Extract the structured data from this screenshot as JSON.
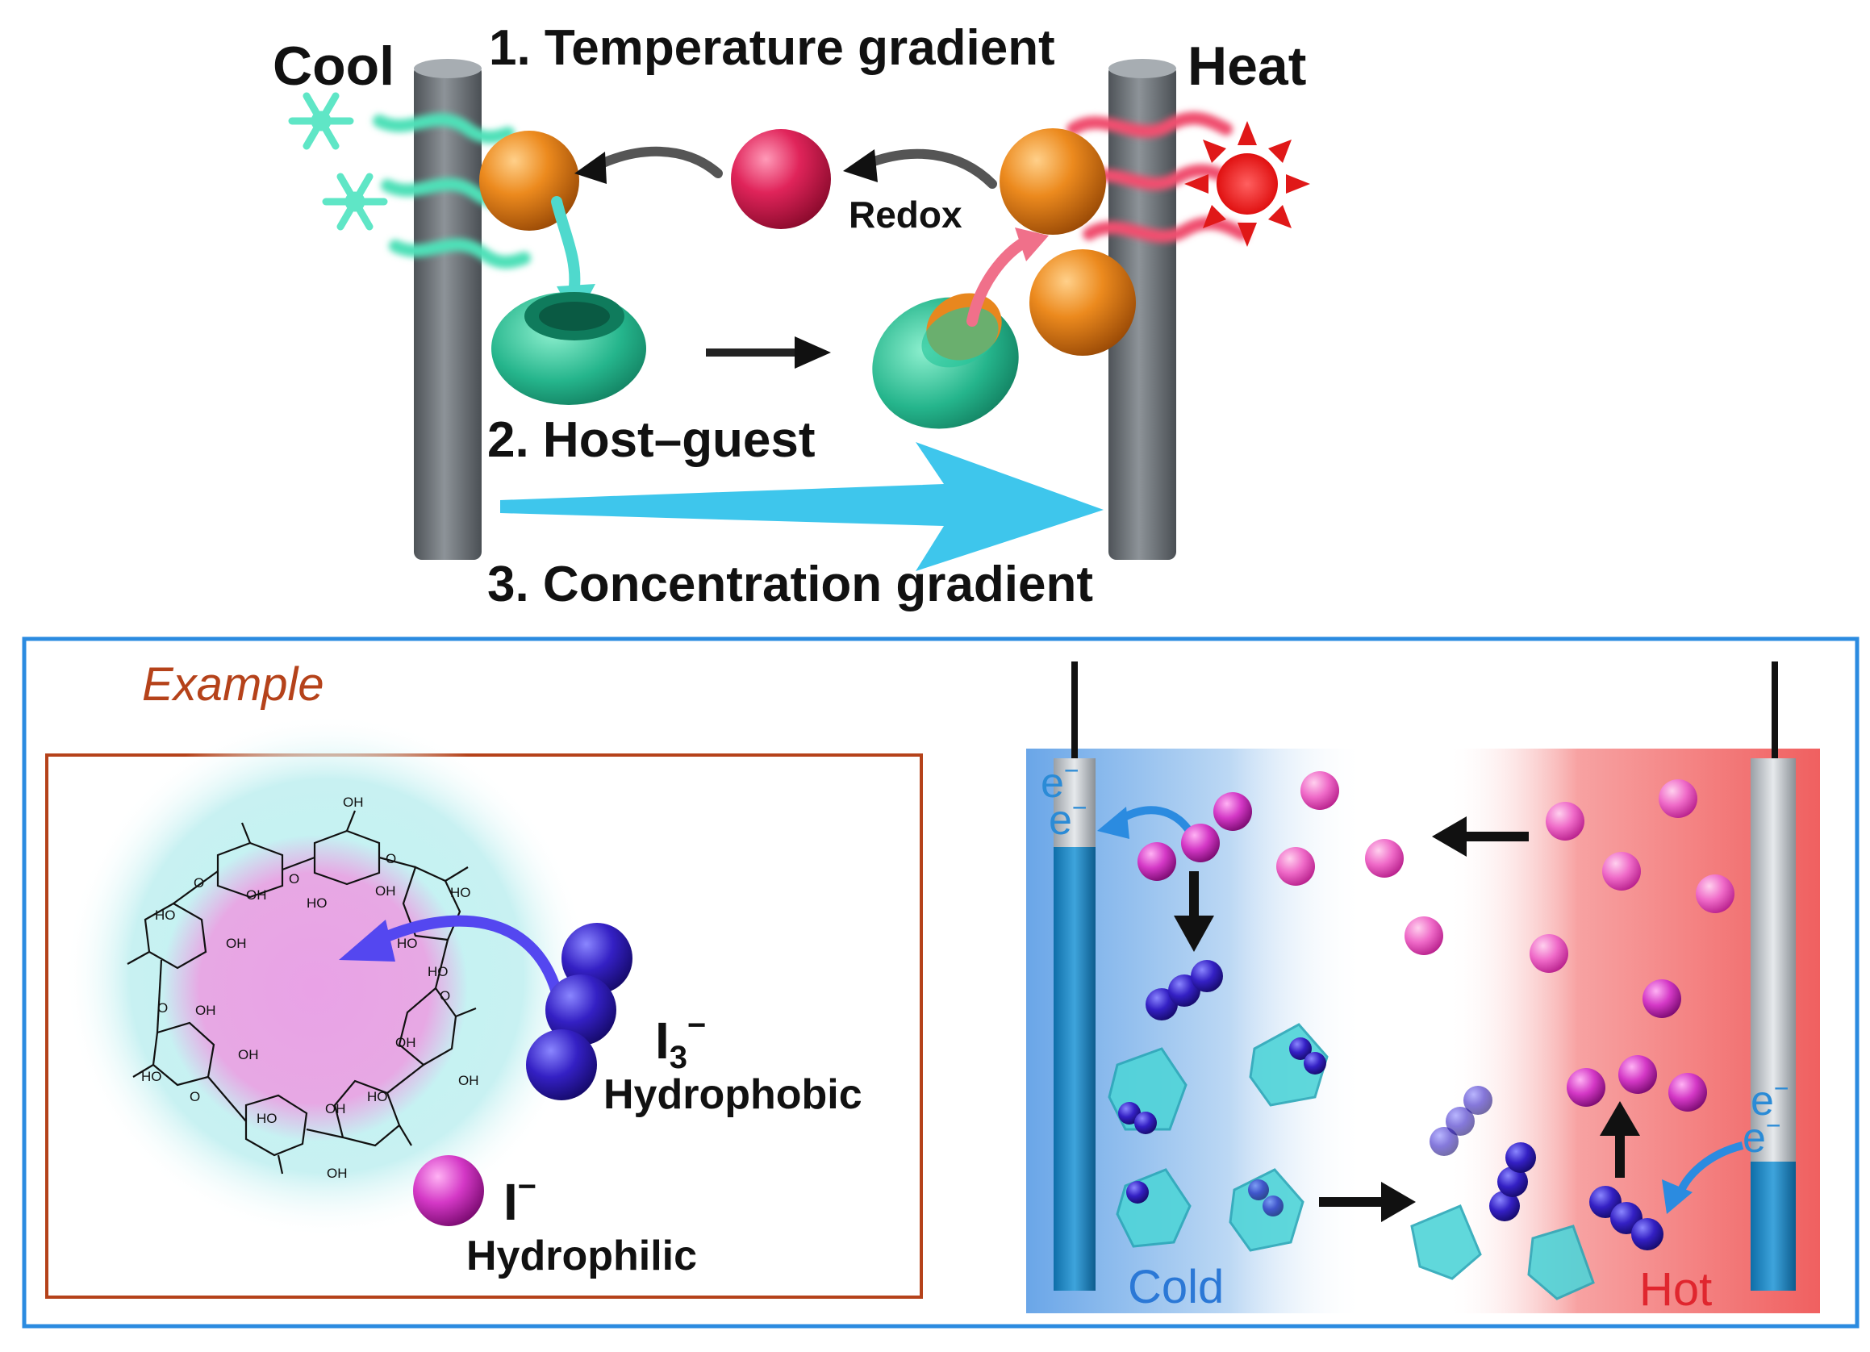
{
  "top": {
    "cool_label": "Cool",
    "heat_label": "Heat",
    "step1": "1. Temperature gradient",
    "step2": "2. Host–guest",
    "step3": "3. Concentration gradient",
    "redox_label": "Redox",
    "snowflake_icon": "snowflake-icon",
    "sun_icon": "sun-icon"
  },
  "example": {
    "title": "Example",
    "i3_base": "I",
    "i3_sub": "3",
    "i3_sup": "−",
    "i3_desc": "Hydrophobic",
    "iminus_base": "I",
    "iminus_sup": "−",
    "iminus_desc": "Hydrophilic",
    "oh": "OH",
    "ho": "HO",
    "o": "O",
    "cold_label": "Cold",
    "hot_label": "Hot",
    "electron": "e",
    "electron_sup": "−"
  },
  "colors": {
    "cool": "#1f5fd6",
    "heat": "#d4222a",
    "example_title": "#b5421a",
    "panel_border": "#2b8be0",
    "inner_border": "#b5421a",
    "cold_text": "#2b78d6",
    "hot_text": "#e0262e",
    "electrode": "#6b7178",
    "orange_ball": "#e8871e",
    "red_ball": "#e0245a",
    "host_cup": "#27c49a",
    "concentration_arrow": "#3ec6ec"
  }
}
